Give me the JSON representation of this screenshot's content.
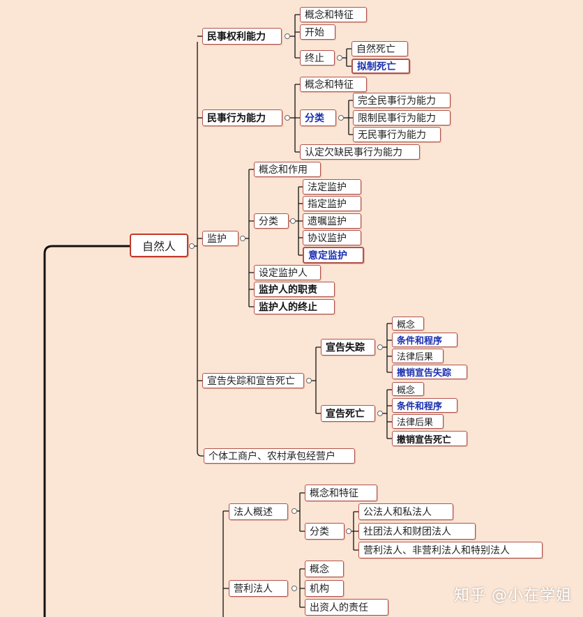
{
  "root": "自然人",
  "branches": {
    "capacity_rights": {
      "label": "民事权利能力",
      "concept": "概念和特征",
      "start": "开始",
      "end": "终止",
      "natural_death": "自然死亡",
      "presumed_death": "拟制死亡"
    },
    "capacity_act": {
      "label": "民事行为能力",
      "concept": "概念和特征",
      "classify": "分类",
      "full": "完全民事行为能力",
      "limited": "限制民事行为能力",
      "none": "无民事行为能力",
      "declare": "认定欠缺民事行为能力"
    },
    "guardianship": {
      "label": "监护",
      "concept": "概念和作用",
      "classify": "分类",
      "statutory": "法定监护",
      "designated": "指定监护",
      "testamentary": "遗嘱监护",
      "agreement": "协议监护",
      "intended": "意定监护",
      "appoint": "设定监护人",
      "duties": "监护人的职责",
      "termination": "监护人的终止"
    },
    "missing_death": {
      "label": "宣告失踪和宣告死亡",
      "missing": {
        "label": "宣告失踪",
        "concept": "概念",
        "conditions": "条件和程序",
        "effects": "法律后果",
        "revoke": "撤销宣告失踪"
      },
      "death": {
        "label": "宣告死亡",
        "concept": "概念",
        "conditions": "条件和程序",
        "effects": "法律后果",
        "revoke": "撤销宣告死亡"
      }
    },
    "individual": {
      "label": "个体工商户、农村承包经营户"
    }
  },
  "legal_person": {
    "overview": {
      "label": "法人概述",
      "concept": "概念和特征",
      "classify": "分类",
      "public_private": "公法人和私法人",
      "corp_foundation": "社团法人和财团法人",
      "profit_types": "营利法人、非营利法人和特别法人"
    },
    "profit": {
      "label": "营利法人",
      "concept": "概念",
      "organ": "机构",
      "investor": "出资人的责任"
    }
  },
  "watermark": "知乎 @小在学姐",
  "colors": {
    "background": "#fbe5d4",
    "node_border": "#b2534c",
    "emphasis_blue": "#1a2fb0"
  }
}
